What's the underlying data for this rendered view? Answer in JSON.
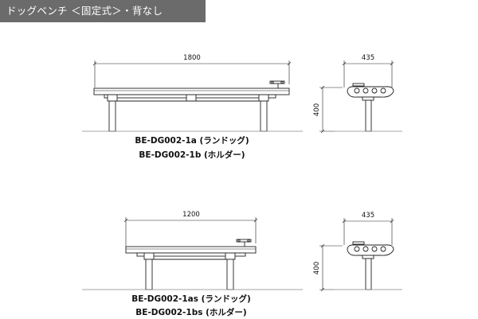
{
  "header": {
    "title": "ドッグベンチ ＜固定式＞・背なし"
  },
  "bench_long": {
    "length_dim": "1800",
    "width_dim": "435",
    "height_dim": "400",
    "model_a": "BE-DG002-1a (ランドッグ)",
    "model_b": "BE-DG002-1b (ホルダー)"
  },
  "bench_short": {
    "length_dim": "1200",
    "width_dim": "435",
    "height_dim": "400",
    "model_a": "BE-DG002-1as (ランドッグ)",
    "model_b": "BE-DG002-1bs (ホルダー)"
  },
  "colors": {
    "title_bar": "#6b6b6b",
    "line": "#222222",
    "ground": "#888888"
  }
}
